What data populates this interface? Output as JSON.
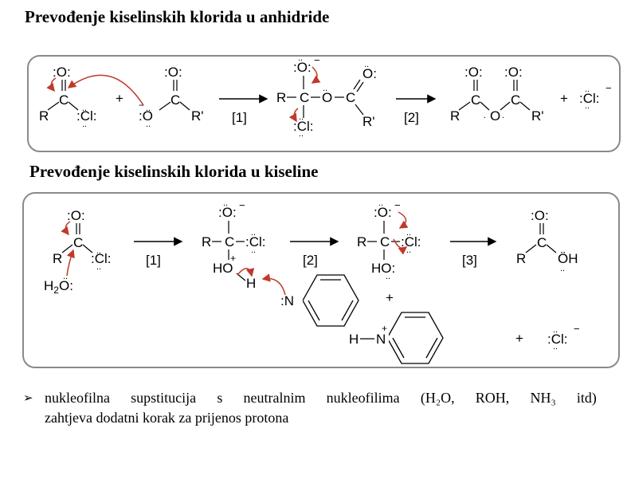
{
  "title1": "Prevođenje kiselinskih klorida u anhidride",
  "title2": "Prevođenje kiselinskih klorida u kiseline",
  "steps": {
    "s1": "[1]",
    "s2": "[2]",
    "s3": "[3]"
  },
  "bullet": {
    "marker": "➢",
    "w": [
      "nukleofilna",
      "supstitucija",
      "s",
      "neutralnim",
      "nukleofilima",
      "(H₂O,",
      "ROH,",
      "NH₃",
      "itd)"
    ],
    "line2": "zahtjeva  dodatni korak za prijenos protona"
  },
  "colors": {
    "arrow": "#c0392b",
    "panel_border": "#8a8a8a"
  }
}
